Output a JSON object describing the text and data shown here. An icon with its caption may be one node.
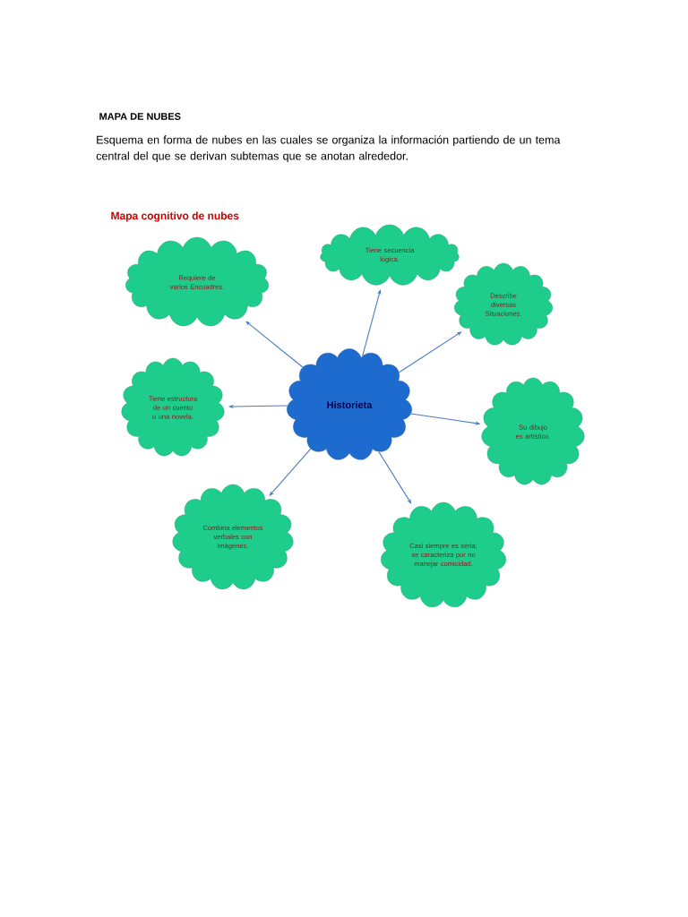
{
  "diagram": {
    "title": "MAPA DE NUBES",
    "nodes": [
      {
        "text": [
          "Historieta"
        ]
      },
      {
        "text": [
          "Requiere de varios Encuadres."
        ]
      },
      {
        "text": [
          "Tiene secuencia lógica."
        ]
      },
      {
        "text": [
          "Describe diversas Situaciones."
        ]
      },
      {
        "text": [
          "Tiene estructura de un cuento o una novela."
        ]
      },
      {
        "text": [
          "Su dibujo es artístico."
        ]
      },
      {
        "text": [
          "Combina elementos verbales con imágenes."
        ]
      },
      {
        "text": [
          "Casi siempre es seria; se caracteriza por no manejar comicidad."
        ]
      }
    ],
    "edges": [
      {
        "from": 0,
        "to": 1,
        "arrow": "to",
        "color": "#4a7cc0"
      },
      {
        "from": 0,
        "to": 2,
        "arrow": "to",
        "color": "#4a7cc0"
      },
      {
        "from": 0,
        "to": 3,
        "arrow": "to",
        "color": "#4a7cc0"
      },
      {
        "from": 0,
        "to": 4,
        "arrow": "to",
        "color": "#4a7cc0"
      },
      {
        "from": 0,
        "to": 5,
        "arrow": "to",
        "color": "#4a7cc0"
      },
      {
        "from": 0,
        "to": 6,
        "arrow": "to",
        "color": "#4a7cc0"
      },
      {
        "from": 0,
        "to": 7,
        "arrow": "to",
        "color": "#4a7cc0"
      }
    ],
    "labels": [
      "Esquema en forma de nubes en las cuales se organiza la información partiendo de un tema central del que se derivan subtemas que se anotan alrededor.",
      "Mapa cognitivo de nubes"
    ]
  }
}
